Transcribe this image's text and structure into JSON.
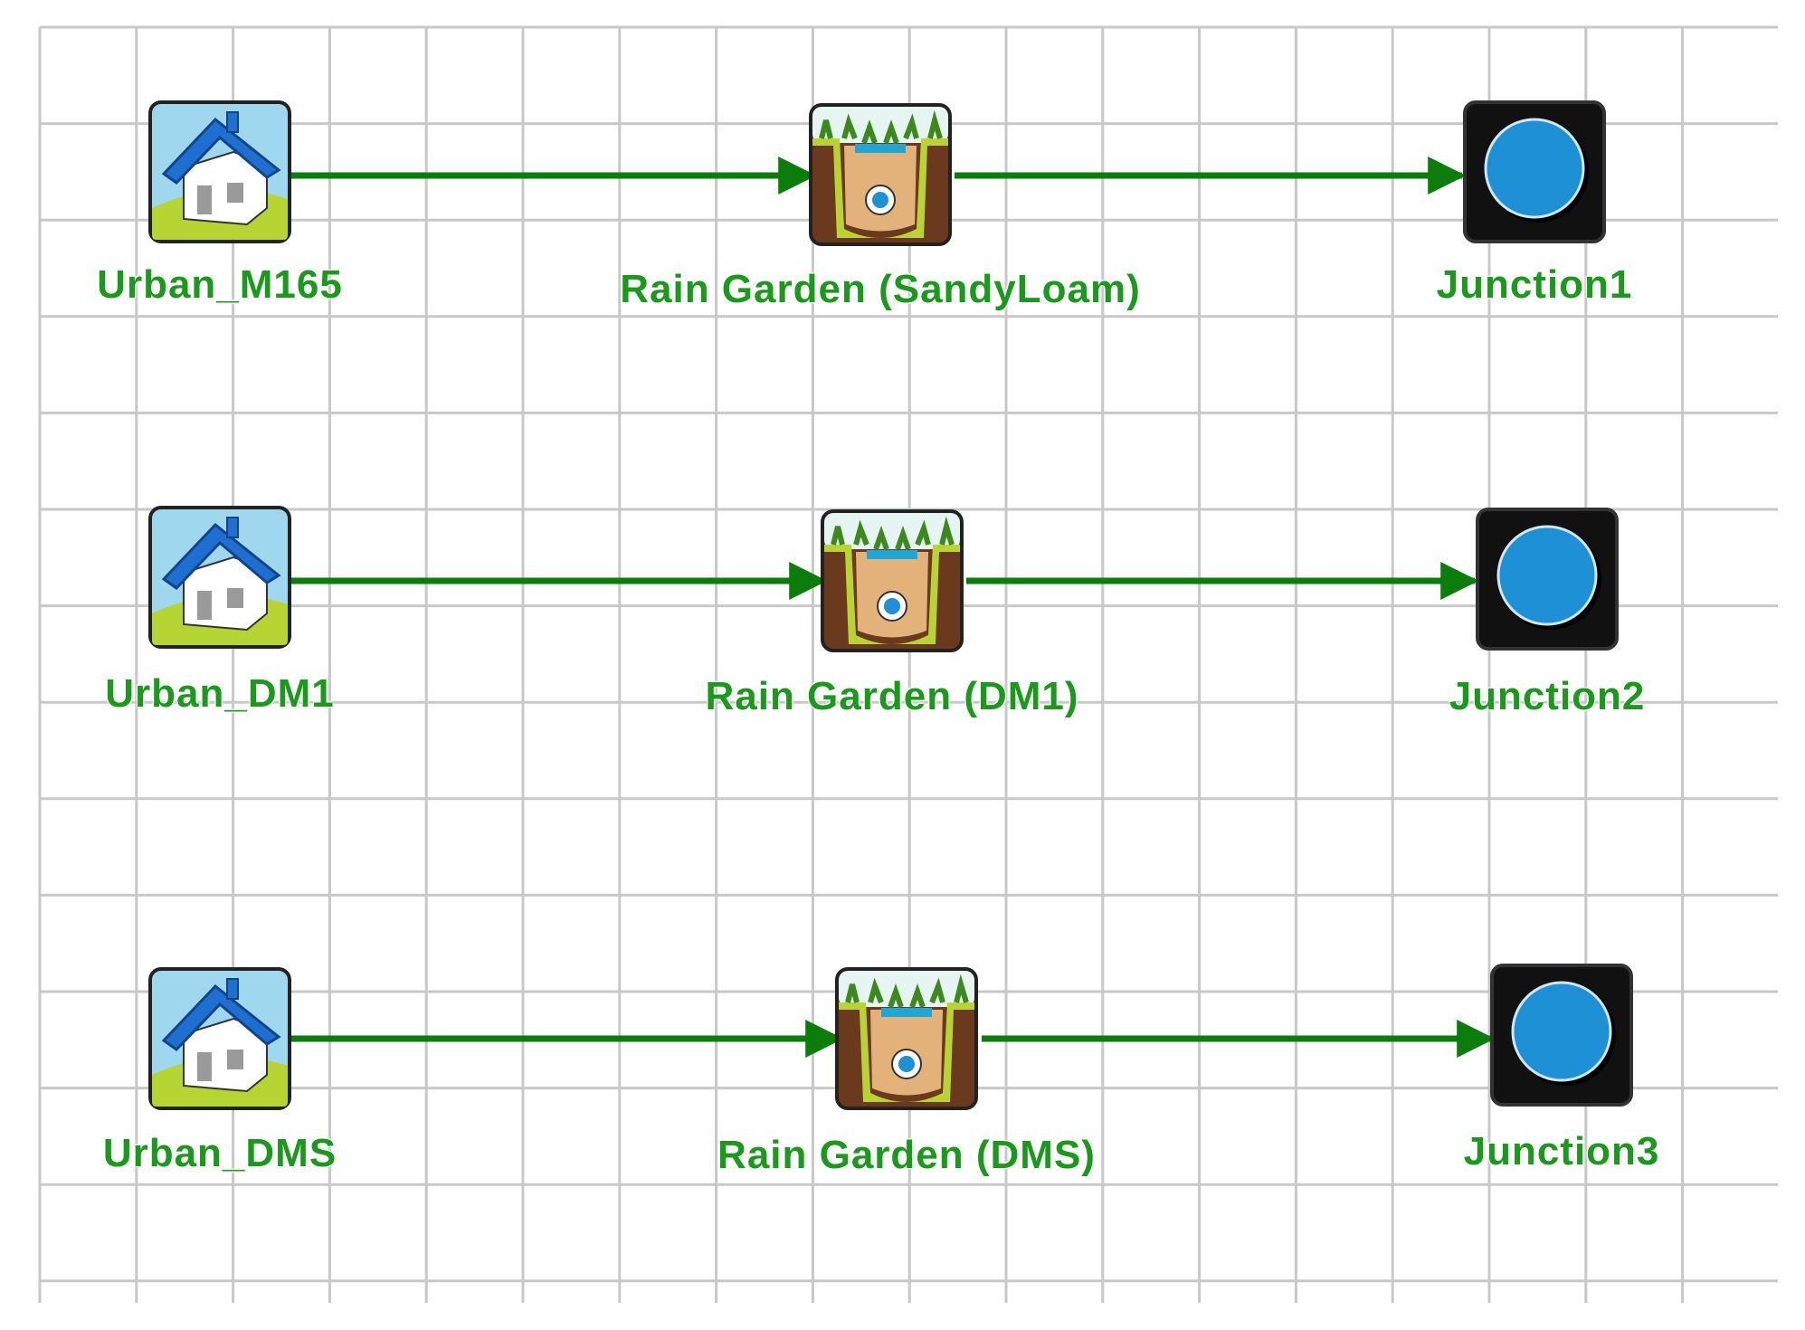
{
  "canvas": {
    "colors": {
      "grid": "#c8c8c8",
      "link": "#0b7d0b",
      "label": "#1a9a1a"
    },
    "rows": [
      {
        "subcatchment": {
          "label": "Urban_M165",
          "icon": "house-icon"
        },
        "rain_garden": {
          "label": "Rain Garden (SandyLoam)",
          "icon": "rain-garden-icon"
        },
        "junction": {
          "label": "Junction1",
          "icon": "junction-icon"
        }
      },
      {
        "subcatchment": {
          "label": "Urban_DM1",
          "icon": "house-icon"
        },
        "rain_garden": {
          "label": "Rain Garden (DM1)",
          "icon": "rain-garden-icon"
        },
        "junction": {
          "label": "Junction2",
          "icon": "junction-icon"
        }
      },
      {
        "subcatchment": {
          "label": "Urban_DMS",
          "icon": "house-icon"
        },
        "rain_garden": {
          "label": "Rain Garden (DMS)",
          "icon": "rain-garden-icon"
        },
        "junction": {
          "label": "Junction3",
          "icon": "junction-icon"
        }
      }
    ]
  }
}
